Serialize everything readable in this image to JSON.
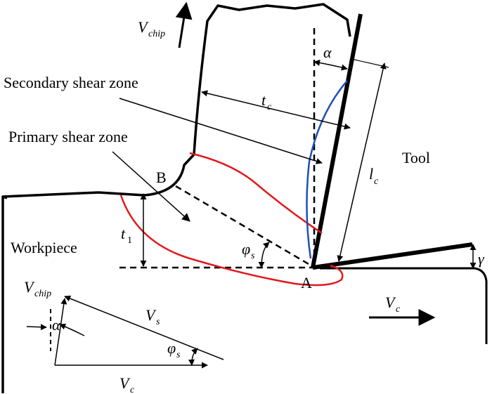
{
  "labels": {
    "secondary_shear_zone": "Secondary shear zone",
    "primary_shear_zone": "Primary shear zone",
    "tool": "Tool",
    "workpiece": "Workpiece",
    "point_a": "A",
    "point_b": "B"
  },
  "symbols": {
    "v_chip_main": "V",
    "v_chip_main_sub": "chip",
    "alpha_top": "α",
    "t_c": "t",
    "t_c_sub": "c",
    "l_c": "l",
    "l_c_sub": "c",
    "t_1": "t",
    "t_1_sub": "1",
    "phi_s_main": "φ",
    "phi_s_main_sub": "s",
    "gamma": "γ",
    "v_c_main": "V",
    "v_c_main_sub": "c",
    "v_chip_tri": "V",
    "v_chip_tri_sub": "chip",
    "alpha_tri": "α",
    "v_s": "V",
    "v_s_sub": "s",
    "phi_s_tri": "φ",
    "phi_s_tri_sub": "s",
    "v_c_tri": "V",
    "v_c_tri_sub": "c"
  },
  "colors": {
    "outline": "#000000",
    "primary_zone": "#e0191d",
    "secondary_zone": "#1f4fb5"
  }
}
